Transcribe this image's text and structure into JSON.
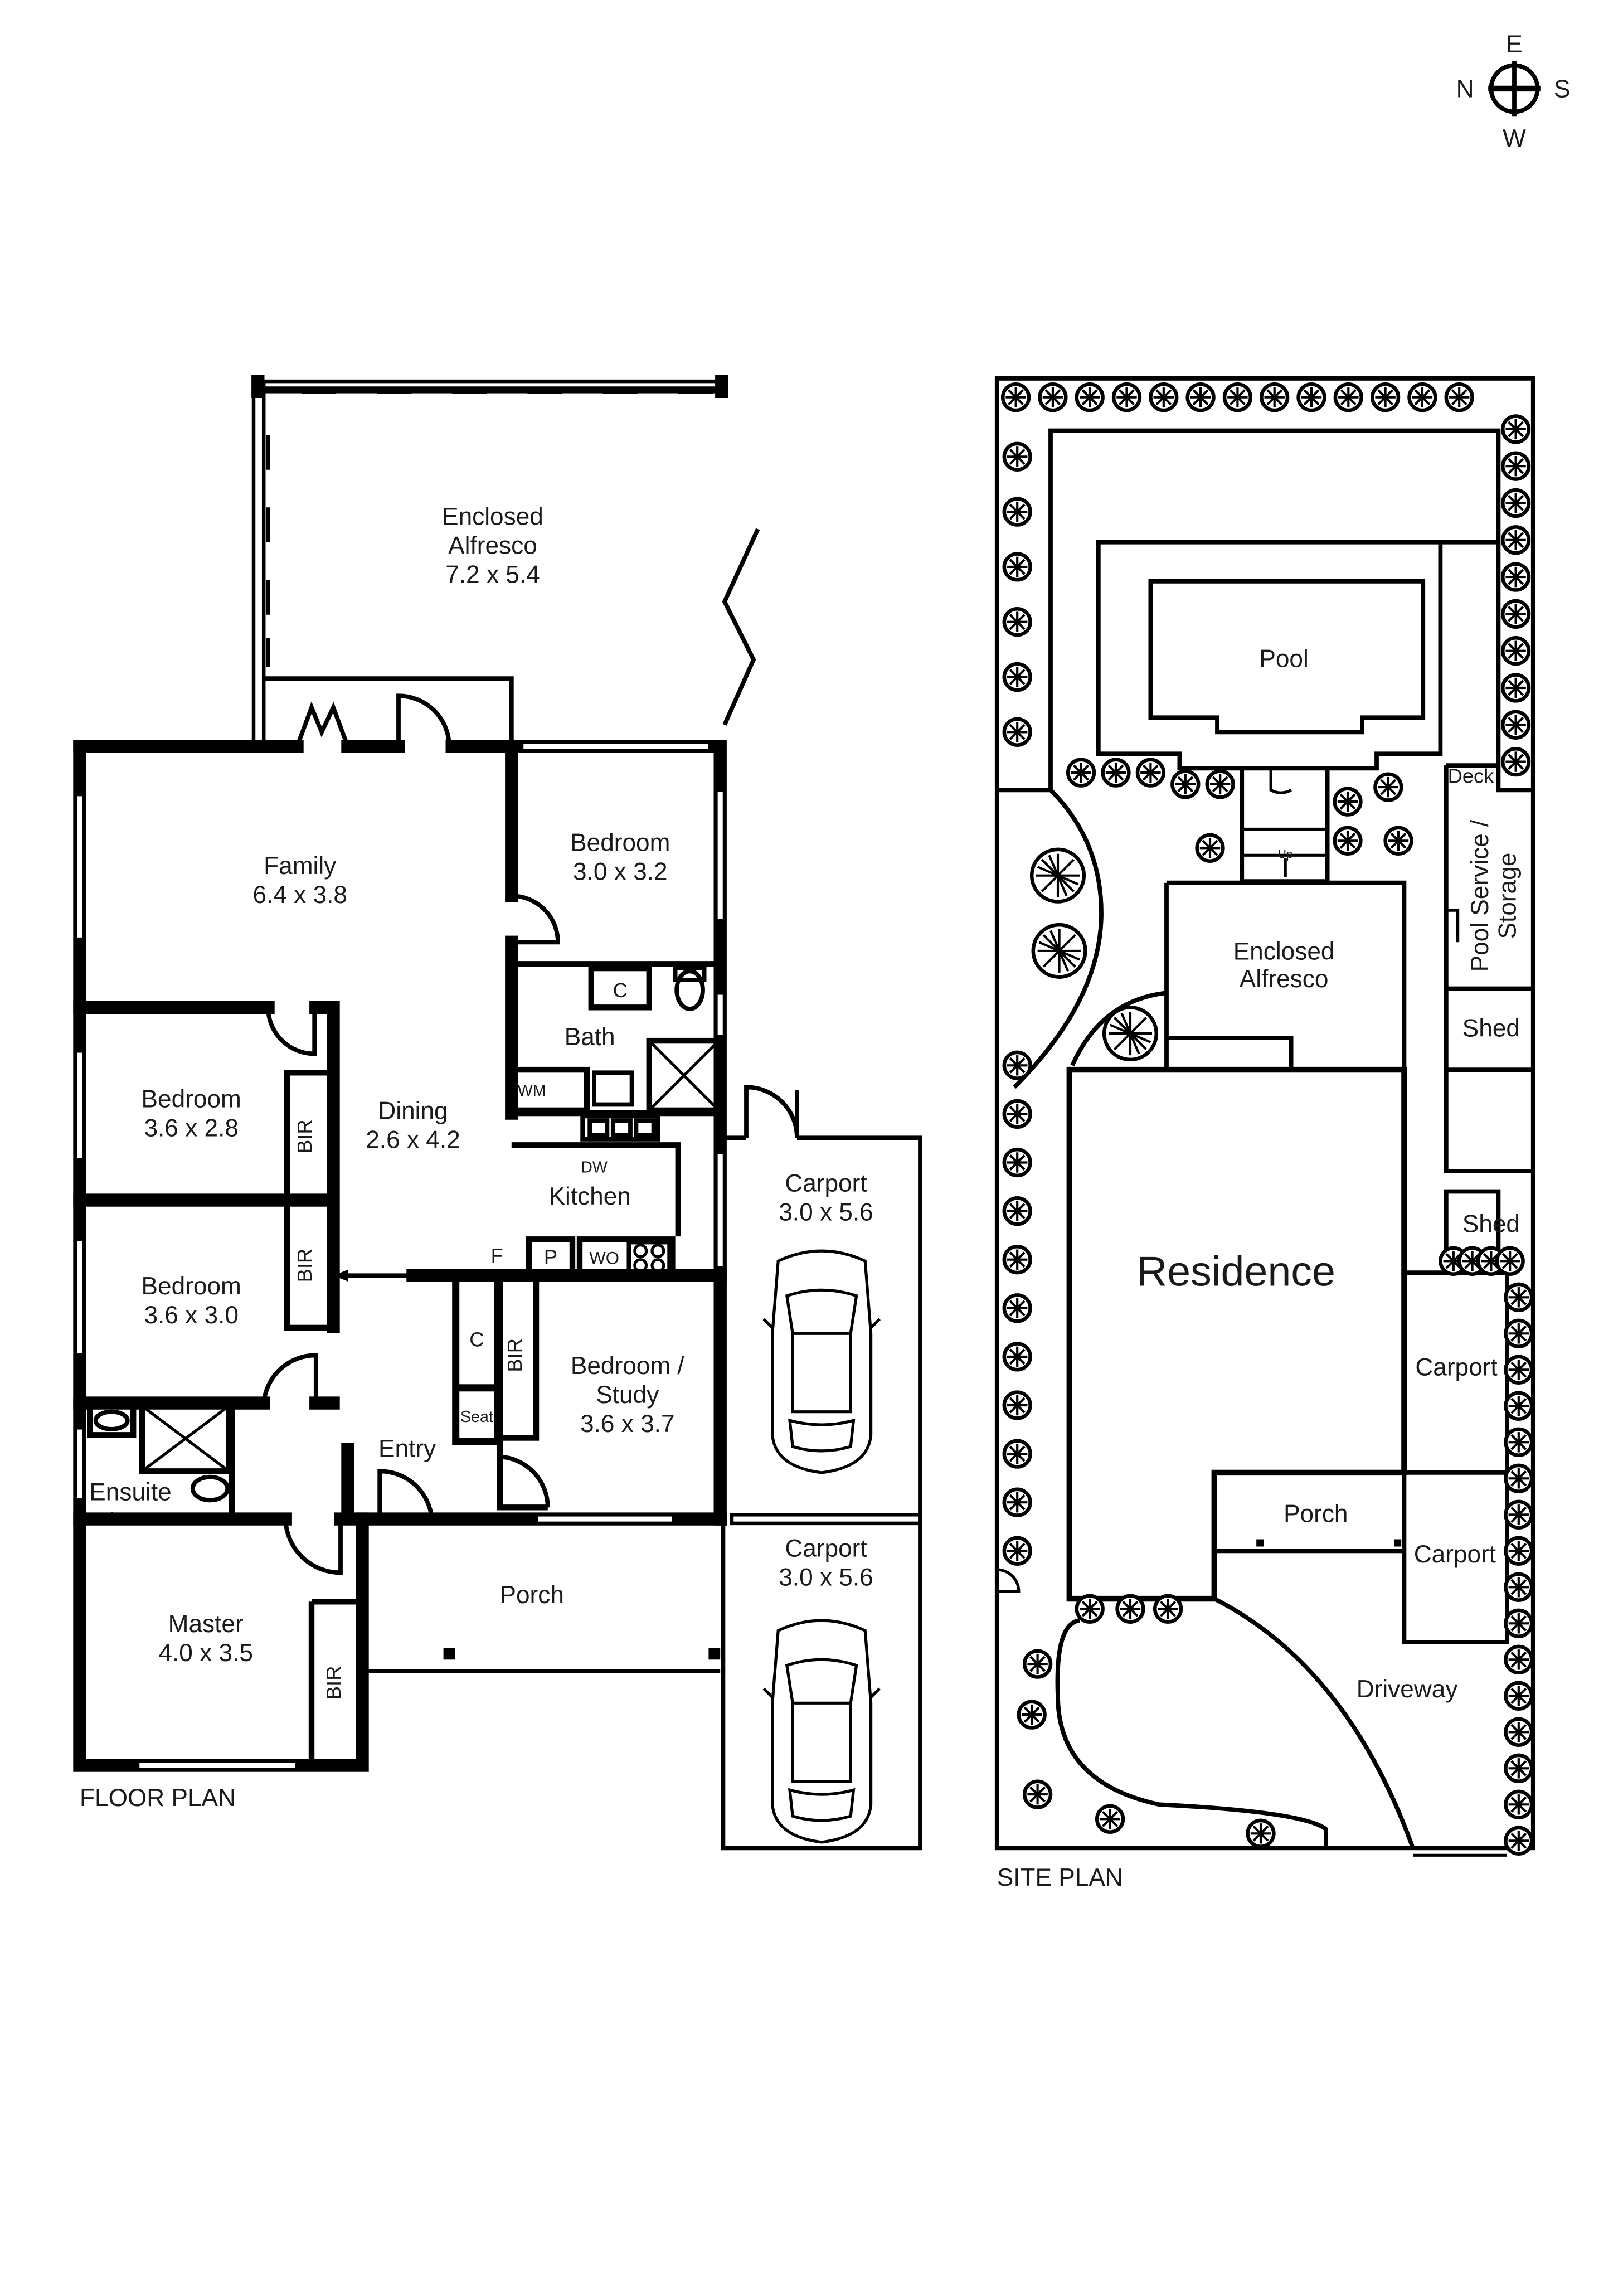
{
  "compass": {
    "n": "N",
    "e": "E",
    "s": "S",
    "w": "W"
  },
  "floor_plan": {
    "caption": "FLOOR PLAN",
    "rooms": {
      "alfresco": {
        "name_1": "Enclosed",
        "name_2": "Alfresco",
        "size": "7.2 x 5.4"
      },
      "family": {
        "name": "Family",
        "size": "6.4 x 3.8"
      },
      "bedroom_ne": {
        "name": "Bedroom",
        "size": "3.0 x 3.2"
      },
      "bath": {
        "name": "Bath"
      },
      "bedroom_2": {
        "name": "Bedroom",
        "size": "3.6 x 2.8"
      },
      "dining": {
        "name": "Dining",
        "size": "2.6 x 4.2"
      },
      "kitchen": {
        "name": "Kitchen"
      },
      "bedroom_3": {
        "name": "Bedroom",
        "size": "3.6 x 3.0"
      },
      "study": {
        "name_1": "Bedroom /",
        "name_2": "Study",
        "size": "3.6 x 3.7"
      },
      "entry": {
        "name": "Entry"
      },
      "ensuite": {
        "name": "Ensuite"
      },
      "master": {
        "name": "Master",
        "size": "4.0 x 3.5"
      },
      "porch": {
        "name": "Porch"
      },
      "carport_1": {
        "name": "Carport",
        "size": "3.0 x 5.6"
      },
      "carport_2": {
        "name": "Carport",
        "size": "3.0 x 5.6"
      }
    },
    "fixtures": {
      "bir": "BIR",
      "cupboard": "C",
      "wm": "WM",
      "dw": "DW",
      "fridge": "F",
      "pantry": "P",
      "wall_oven": "WO",
      "seat": "Seat"
    }
  },
  "site_plan": {
    "caption": "SITE PLAN",
    "labels": {
      "pool": "Pool",
      "deck": "Deck",
      "pool_service_1": "Pool Service /",
      "pool_service_2": "Storage",
      "up": "Up",
      "alfresco_1": "Enclosed",
      "alfresco_2": "Alfresco",
      "shed_1": "Shed",
      "shed_2": "Shed",
      "residence": "Residence",
      "carport_1": "Carport",
      "carport_2": "Carport",
      "porch": "Porch",
      "driveway": "Driveway"
    }
  }
}
